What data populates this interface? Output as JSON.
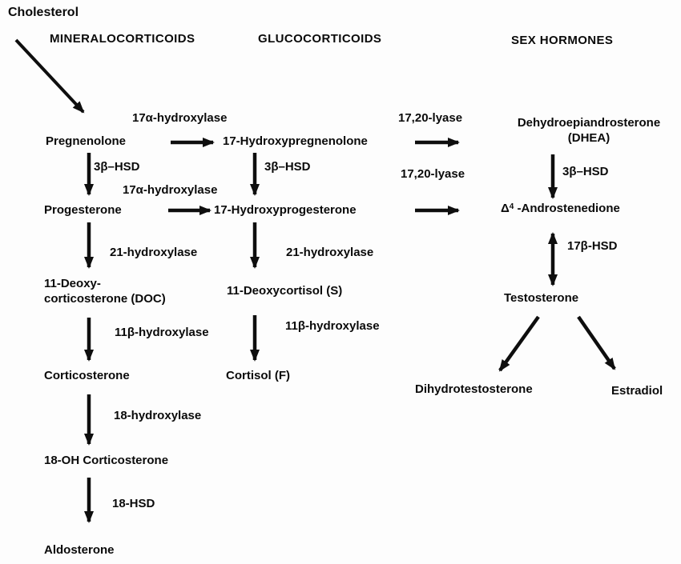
{
  "diagram": {
    "headers": {
      "mineralocorticoids": "MINERALOCORTICOIDS",
      "glucocorticoids": "GLUCOCORTICOIDS",
      "sex_hormones": "SEX HORMONES"
    },
    "nodes": {
      "cholesterol": "Cholesterol",
      "pregnenolone": "Pregnenolone",
      "hydroxypregnenolone": "17-Hydroxypregnenolone",
      "dhea_line1": "Dehydroepiandrosterone",
      "dhea_line2": "(DHEA)",
      "progesterone": "Progesterone",
      "hydroxyprogesterone": "17-Hydroxyprogesterone",
      "androstenedione_delta": "Δ",
      "androstenedione_sup": "4",
      "androstenedione_rest": " -Androstenedione",
      "deoxycorticosterone_line1": "11-Deoxy-",
      "deoxycorticosterone_line2": "corticosterone (DOC)",
      "deoxycortisol": "11-Deoxycortisol (S)",
      "testosterone": "Testosterone",
      "corticosterone": "Corticosterone",
      "cortisol": "Cortisol (F)",
      "dihydrotestosterone": "Dihydrotestosterone",
      "estradiol": "Estradiol",
      "oh_corticosterone": "18-OH Corticosterone",
      "aldosterone": "Aldosterone"
    },
    "enzymes": {
      "hydroxylase_17a_upper": "17α-hydroxylase",
      "lyase_1720_upper": "17,20-lyase",
      "hsd_3b_left": "3β–HSD",
      "hsd_3b_mid": "3β–HSD",
      "hsd_3b_right": "3β–HSD",
      "hydroxylase_17a_lower": "17α-hydroxylase",
      "lyase_1720_lower": "17,20-lyase",
      "hydroxylase_21_left": "21-hydroxylase",
      "hydroxylase_21_mid": "21-hydroxylase",
      "hsd_17b": "17β-HSD",
      "hydroxylase_11b_left": "11β-hydroxylase",
      "hydroxylase_11b_mid": "11β-hydroxylase",
      "hydroxylase_18": "18-hydroxylase",
      "hsd_18": "18-HSD"
    },
    "colors": {
      "ink": "#0e0e0e",
      "background": "#fdfdfd"
    }
  }
}
